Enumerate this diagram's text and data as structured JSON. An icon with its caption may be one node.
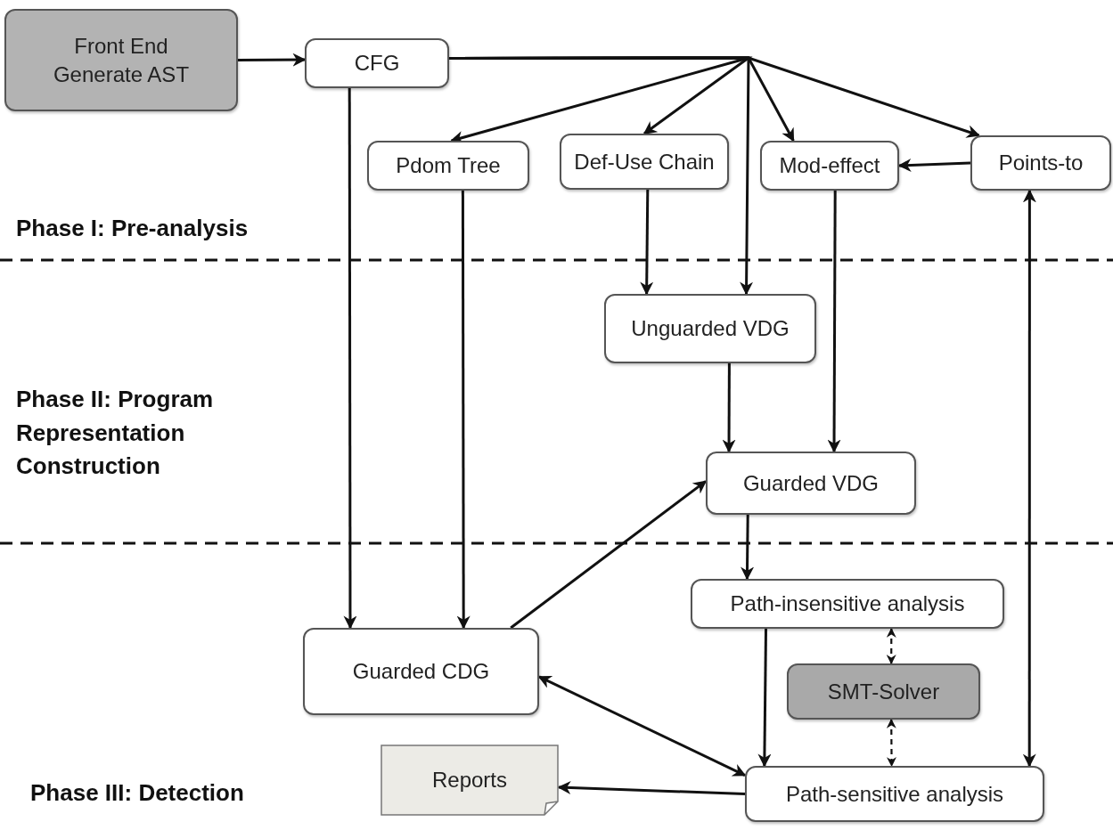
{
  "diagram": {
    "nodes": [
      {
        "text": [
          "Front End Generate AST"
        ]
      },
      {
        "text": [
          "CFG"
        ]
      },
      {
        "text": [
          "Pdom Tree"
        ]
      },
      {
        "text": [
          "Def-Use Chain"
        ]
      },
      {
        "text": [
          "Mod-effect"
        ]
      },
      {
        "text": [
          "Points-to"
        ]
      },
      {
        "text": [
          "Unguarded VDG"
        ]
      },
      {
        "text": [
          "Guarded VDG"
        ]
      },
      {
        "text": [
          "Path-insensitive analysis"
        ]
      },
      {
        "text": [
          "Guarded CDG"
        ]
      },
      {
        "text": [
          "SMT-Solver"
        ]
      },
      {
        "text": [
          "Reports"
        ]
      },
      {
        "text": [
          "Path-sensitive analysis"
        ]
      }
    ],
    "edges": [
      {
        "from": 0,
        "to": 1,
        "arrow": "to"
      },
      {
        "from": 1,
        "to": 2,
        "arrow": "to"
      },
      {
        "from": 1,
        "to": 3,
        "arrow": "to"
      },
      {
        "from": 1,
        "to": 4,
        "arrow": "to"
      },
      {
        "from": 1,
        "to": 5,
        "arrow": "to"
      },
      {
        "from": 1,
        "to": 6,
        "arrow": "to"
      },
      {
        "from": 5,
        "to": 4,
        "arrow": "to"
      },
      {
        "from": 1,
        "to": 9,
        "arrow": "to"
      },
      {
        "from": 2,
        "to": 9,
        "arrow": "to"
      },
      {
        "from": 3,
        "to": 6,
        "arrow": "to"
      },
      {
        "from": 6,
        "to": 7,
        "arrow": "to"
      },
      {
        "from": 4,
        "to": 7,
        "arrow": "to"
      },
      {
        "from": 9,
        "to": 7,
        "arrow": "to"
      },
      {
        "from": 7,
        "to": 8,
        "arrow": "to"
      },
      {
        "from": 8,
        "to": 12,
        "arrow": "to"
      },
      {
        "from": 8,
        "to": 10,
        "arrow": "both",
        "style": "dashed"
      },
      {
        "from": 10,
        "to": 12,
        "arrow": "both",
        "style": "dashed"
      },
      {
        "from": 9,
        "to": 12,
        "arrow": "both"
      },
      {
        "from": 12,
        "to": 11,
        "arrow": "to"
      },
      {
        "from": 5,
        "to": 12,
        "arrow": "both"
      }
    ],
    "labels": [
      "Phase I: Pre-analysis",
      "Phase II: Program Representation Construction",
      "Phase III: Detection"
    ]
  }
}
